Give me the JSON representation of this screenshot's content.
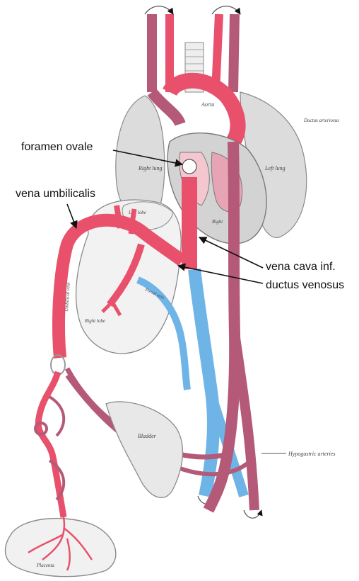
{
  "callouts": {
    "foramen_ovale": "foramen ovale",
    "vena_umbilicalis": "vena umbilicalis",
    "vena_cava_inf": "vena cava inf.",
    "ductus_venosus": "ductus venosus"
  },
  "drawing_labels": {
    "aorta": "Aorta",
    "ductus_arteriosus": "Ductus arteriosus",
    "right_lung": "Right lung",
    "left_lung": "Left lung",
    "right_heart": "Right",
    "left_lobe": "Left lobe",
    "right_lobe": "Right lobe",
    "umbilical_vein": "Umbilical vein",
    "portal_vein": "Portal vein",
    "bladder": "Bladder",
    "hypogastric_arteries": "Hypogastric arteries",
    "placenta": "Placenta"
  },
  "colors": {
    "oxygenated": "#e8506b",
    "mixed": "#b45a78",
    "deoxygenated": "#6fb4e6",
    "organ_outline": "#8a8a8a",
    "lung_fill": "#d9d9d9",
    "text": "#111111"
  }
}
